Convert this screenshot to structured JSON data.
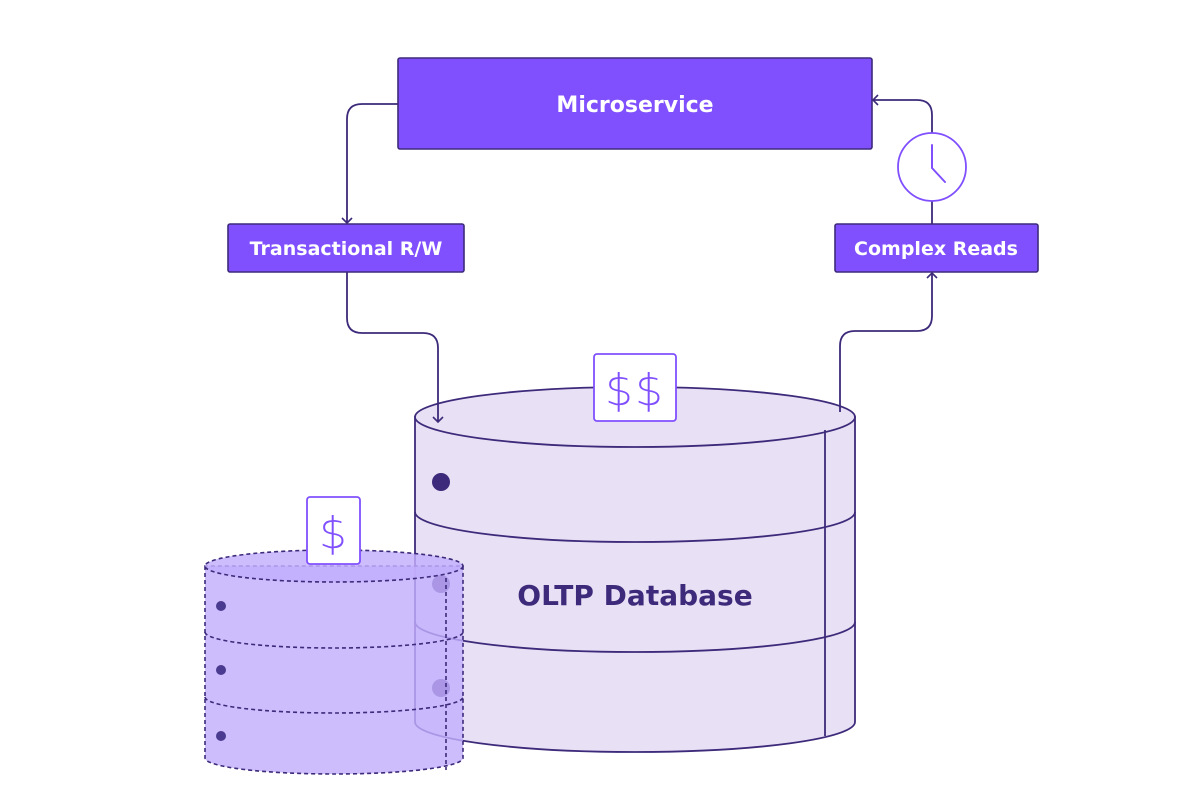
{
  "diagram": {
    "nodes": {
      "microservice": "Microservice",
      "transactional": "Transactional R/W",
      "complex_reads": "Complex Reads",
      "database": "OLTP Database"
    },
    "badges": {
      "main_cost": "$$",
      "small_cost": "$"
    },
    "icons": [
      "clock-icon",
      "dollar-icon"
    ],
    "colors": {
      "primary": "#8050ff",
      "stroke": "#3d2a7a",
      "db_fill": "#e8e0f5",
      "secondary_db_fill": "#c2aefc",
      "badge_fill": "#ffffff",
      "badge_glyph": "#8050ff"
    }
  }
}
